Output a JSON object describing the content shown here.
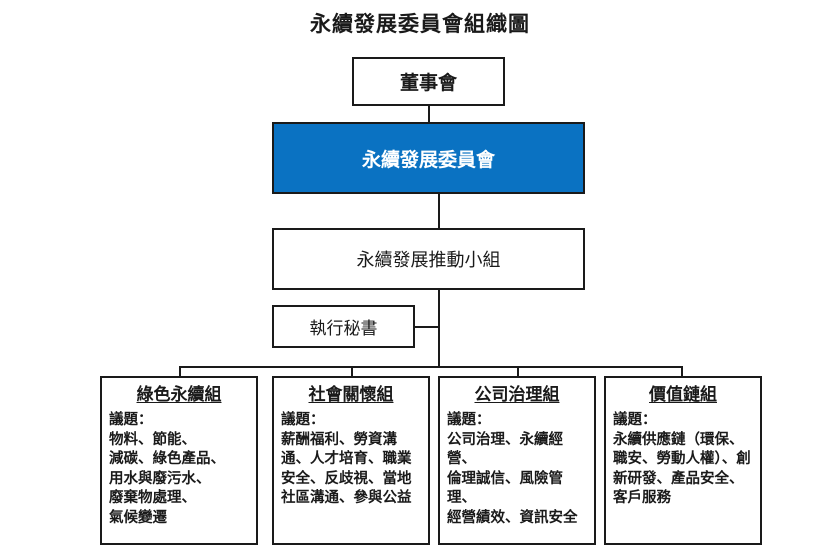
{
  "title": "永續發展委員會組織圖",
  "nodes": {
    "board": "董事會",
    "committee": "永續發展委員會",
    "taskforce": "永續發展推動小組",
    "secretary": "執行秘書"
  },
  "groups": [
    {
      "title": "綠色永續組",
      "body": "議題：\n物料、節能、\n減碳、綠色產品、\n用水與廢污水、\n廢棄物處理、\n氣候變遷"
    },
    {
      "title": "社會關懷組",
      "body": "議題：\n薪酬福利、勞資溝通、人才培育、職業安全、反歧視、當地社區溝通、參與公益"
    },
    {
      "title": "公司治理組",
      "body": "議題：\n公司治理、永續經營、\n倫理誠信、風險管理、\n經營績效、資訊安全"
    },
    {
      "title": "價值鏈組",
      "body": "議題：\n永續供應鏈（環保、職安、勞動人權）、創新研發、產品安全、客戶服務"
    }
  ],
  "colors": {
    "committee_fill": "#0a72c2",
    "committee_text": "#ffffff",
    "border": "#1a1a1a",
    "text": "#1a1a1a",
    "background": "#ffffff"
  }
}
